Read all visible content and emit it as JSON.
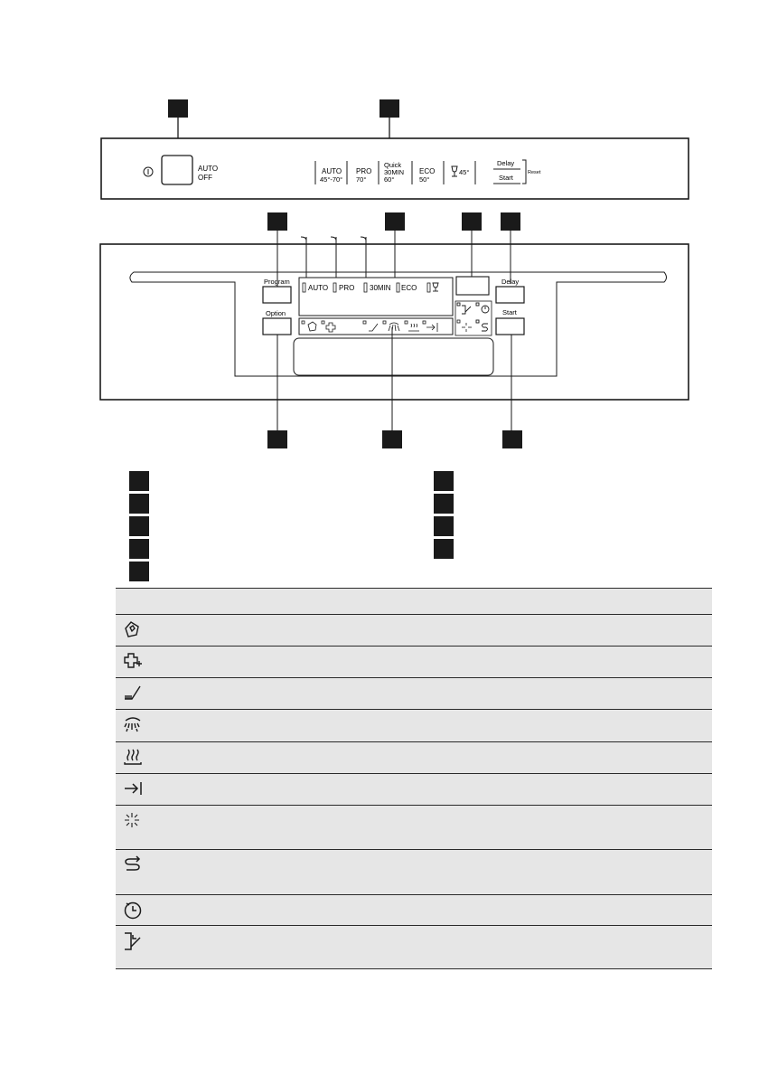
{
  "panel_top": {
    "power_label_1": "AUTO",
    "power_label_2": "OFF",
    "power_symbol": "I",
    "programs": [
      {
        "line1": "AUTO",
        "line2": "45°-70°"
      },
      {
        "line1": "PRO",
        "line2": "70°"
      },
      {
        "line1": "Quick",
        "line2": "30MIN",
        "line3": "60°"
      },
      {
        "line1": "ECO",
        "line2": "50°"
      },
      {
        "line1": "45°"
      }
    ],
    "delay_label": "Delay",
    "start_label": "Start",
    "reset_label": "Reset"
  },
  "panel_bottom": {
    "program_button": "Program",
    "option_button": "Option",
    "delay_button": "Delay",
    "start_button": "Start",
    "display_programs": [
      "AUTO",
      "PRO",
      "30MIN",
      "ECO"
    ]
  },
  "symbol_icons": [
    "salt-refill-icon",
    "tablet-icon",
    "rinse-aid-icon",
    "spray-icon",
    "drying-icon",
    "next-icon",
    "extra-icon",
    "cycle-icon",
    "timer-icon",
    "door-icon"
  ]
}
